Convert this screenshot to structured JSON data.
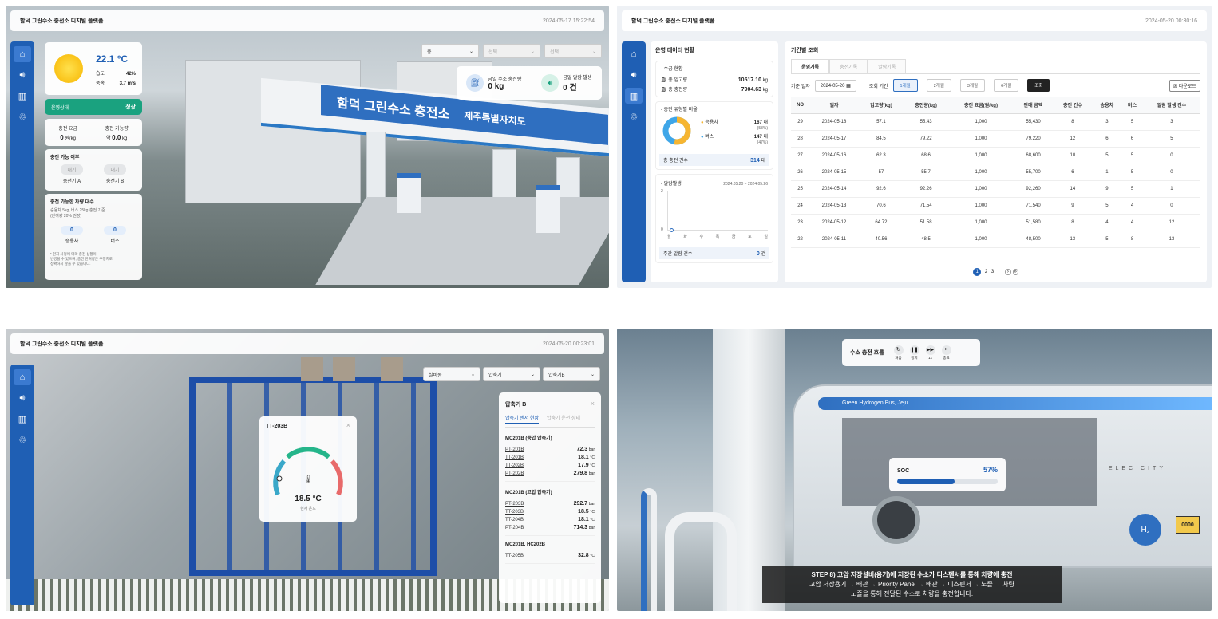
{
  "p1": {
    "title": "함덕 그린수소 충전소 디지털 플랫폼",
    "datetime": "2024-05-17 15:22:54",
    "weather": {
      "temp": "22.1 °C",
      "humidity_label": "습도",
      "humidity": "42%",
      "wind_label": "풍속",
      "wind": "3.7 m/s"
    },
    "status": {
      "label": "운영상태",
      "value": "정상"
    },
    "fee": {
      "label1": "충전 요금",
      "label2": "충전 가능량",
      "v1": "0",
      "u1": "원/kg",
      "v2pre": "약",
      "v2": "0.0",
      "u2": "kg"
    },
    "avail": {
      "title": "충전 가능 여부",
      "a_state": "대기",
      "b_state": "대기",
      "a_label": "충전기 A",
      "b_label": "충전기 B"
    },
    "vehicles": {
      "title": "충전 가능한 차량 대수",
      "desc1": "승용차 5kg, 버스 25kg 충전 기준",
      "desc2": "(잔여량 20% 권장)",
      "car_count": "0",
      "bus_count": "0",
      "car_label": "승용차",
      "bus_label": "버스",
      "note1": "* 현지 사정에 따라 충전 상황이",
      "note2": "변경될 수 있으며, 충전 잔여량은 추정치로",
      "note3": "정확하지 않을 수 있습니다."
    },
    "selects": [
      "층",
      "선택",
      "선택"
    ],
    "kpi": {
      "h2_label1": "금일 수소 충전량",
      "h2_val": "0 kg",
      "alarm_label": "금일 알람 발생",
      "alarm_val": "0 건"
    },
    "scene": {
      "sign": "함덕 그린수소 충전소",
      "sign2": "제주특별자치도"
    }
  },
  "p2": {
    "title": "함덕 그린수소 충전소 디지털 플랫폼",
    "datetime": "2024-05-20 00:30:16",
    "ops_title": "운영 데이터 현황",
    "supply": {
      "title": "- 수급 현황",
      "in_label": "총 입고량",
      "in_val": "10517.10",
      "out_label": "총 충전량",
      "out_val": "7904.63",
      "unit": "kg"
    },
    "ratio": {
      "title": "- 충전 유형별 비율",
      "car_label": "승용차",
      "car_val": "167",
      "car_pct": "(53%)",
      "bus_label": "버스",
      "bus_val": "147",
      "bus_pct": "(47%)",
      "unit": "대",
      "total_label": "총 충전 건수",
      "total_val": "314"
    },
    "alarm": {
      "title": "- 알람발생",
      "range": "2024.05.20 ~ 2024.05.26",
      "days": [
        "월",
        "화",
        "수",
        "목",
        "금",
        "토",
        "일"
      ],
      "y2": "2",
      "y0": "0",
      "week_label": "주간 알람 건수",
      "week_val": "0",
      "unit": "건"
    },
    "query_title": "기간별 조회",
    "tabs": [
      "운영기록",
      "충전기록",
      "알람기록"
    ],
    "filter": {
      "date_label": "기준 일자",
      "date": "2024-05-20",
      "period_label": "조회 기간",
      "periods": [
        "1개월",
        "2개월",
        "3개월",
        "6개월"
      ],
      "search": "조회",
      "download": "다운로드"
    },
    "columns": [
      "NO",
      "일자",
      "입고량(kg)",
      "충전량(kg)",
      "충전 요금(원/kg)",
      "판매 금액",
      "충전 건수",
      "승용차",
      "버스",
      "알람 발생 건수"
    ],
    "rows": [
      [
        "29",
        "2024-05-18",
        "57.1",
        "55.43",
        "1,000",
        "55,430",
        "8",
        "3",
        "5",
        "3"
      ],
      [
        "28",
        "2024-05-17",
        "84.5",
        "79.22",
        "1,000",
        "79,220",
        "12",
        "6",
        "6",
        "5"
      ],
      [
        "27",
        "2024-05-16",
        "62.3",
        "68.6",
        "1,000",
        "68,600",
        "10",
        "5",
        "5",
        "0"
      ],
      [
        "26",
        "2024-05-15",
        "57",
        "55.7",
        "1,000",
        "55,700",
        "6",
        "1",
        "5",
        "0"
      ],
      [
        "25",
        "2024-05-14",
        "92.6",
        "92.26",
        "1,000",
        "92,260",
        "14",
        "9",
        "5",
        "1"
      ],
      [
        "24",
        "2024-05-13",
        "70.6",
        "71.54",
        "1,000",
        "71,540",
        "9",
        "5",
        "4",
        "0"
      ],
      [
        "23",
        "2024-05-12",
        "64.72",
        "51.58",
        "1,000",
        "51,580",
        "8",
        "4",
        "4",
        "12"
      ],
      [
        "22",
        "2024-05-11",
        "40.56",
        "48.5",
        "1,000",
        "48,500",
        "13",
        "5",
        "8",
        "13"
      ]
    ],
    "pages": [
      "1",
      "2",
      "3"
    ]
  },
  "p3": {
    "title": "함덕 그린수소 충전소 디지털 플랫폼",
    "datetime": "2024-05-20 00:23:01",
    "selects": [
      "설비동",
      "압축기",
      "압축기B"
    ],
    "gauge": {
      "tag": "TT-203B",
      "value": "18.5 °C",
      "label": "현재 온도"
    },
    "comp": {
      "title": "압축기 B",
      "tab1": "압축기 센서 현황",
      "tab2": "압축기 운전 상태",
      "g1": {
        "title": "MC201B (중압 압축기)",
        "items": [
          [
            "PT-201B",
            "72.3",
            "bar"
          ],
          [
            "TT-201B",
            "18.1",
            "°C"
          ],
          [
            "TT-202B",
            "17.9",
            "°C"
          ],
          [
            "PT-202B",
            "279.8",
            "bar"
          ]
        ]
      },
      "g2": {
        "title": "MC201B (고압 압축기)",
        "items": [
          [
            "PT-203B",
            "292.7",
            "bar"
          ],
          [
            "TT-203B",
            "18.5",
            "°C"
          ],
          [
            "TT-204B",
            "18.1",
            "°C"
          ],
          [
            "PT-204B",
            "714.3",
            "bar"
          ]
        ]
      },
      "g3": {
        "title": "MC201B, HC202B",
        "items": [
          [
            "TT-205B",
            "32.8",
            "°C"
          ]
        ]
      }
    }
  },
  "p4": {
    "flow": {
      "title": "수소 충전 흐름",
      "b1": "처음",
      "b2": "정지",
      "b3": "1x",
      "b4": "종료"
    },
    "soc": {
      "label": "SOC",
      "value": "57%",
      "fraction": 0.57
    },
    "caption": {
      "l1": "STEP 8) 고압 저장설비(용기)에 저장된 수소가 디스펜서를 통해 차량에 충전",
      "l2": "고압 저장용기 → 배관 → Priority Panel → 배관 → 디스펜서 → 노즐 → 차량",
      "l3": "노즐을 통해 전달된 수소로 차량을 충전합니다."
    },
    "bus": {
      "text1": "Green Hydrogen Bus, Jeju",
      "plate": "0000",
      "brand": "ELEC CITY"
    }
  },
  "colors": {
    "brand": "#1f5fb4",
    "ok": "#1aa27f",
    "accent": "#2f6fc0"
  }
}
